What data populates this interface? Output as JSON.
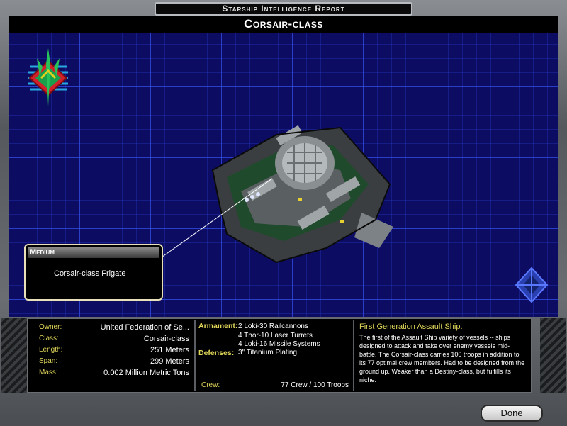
{
  "window": {
    "title": "Starship Intelligence Report"
  },
  "ship": {
    "name": "Corsair-class"
  },
  "callout": {
    "title": "Medium",
    "text": "Corsair-class Frigate"
  },
  "stats": [
    {
      "label": "Owner:",
      "value": "United Federation of Se..."
    },
    {
      "label": "Class:",
      "value": "Corsair-class"
    },
    {
      "label": "Length:",
      "value": "251 Meters"
    },
    {
      "label": "Span:",
      "value": "299 Meters"
    },
    {
      "label": "Mass:",
      "value": "0.002 Million Metric Tons"
    }
  ],
  "armament": {
    "label": "Armament:",
    "items": [
      "2 Loki-30 Railcannons",
      "4 Thor-10 Laser Turrets",
      "4 Loki-16 Missile Systems"
    ],
    "defenses_label": "Defenses:",
    "defenses": "3\" Titanium Plating",
    "crew_label": "Crew:",
    "crew_value": "77 Crew / 100 Troops"
  },
  "description": {
    "title": "First Generation Assault Ship.",
    "text": "The first of the Assault Ship variety of vessels -- ships designed to attack and take over enemy vessels mid-battle. The Corsair-class carries 100 troops in addition to its 77 optimal crew members. Had to be designed from the ground up. Weaker than a Destiny-class, but fulfills its niche."
  },
  "buttons": {
    "done": "Done"
  },
  "colors": {
    "grid_bg": "#0c0c63",
    "label_yellow": "#e0d65a",
    "frame_gray": "#5e6266"
  }
}
